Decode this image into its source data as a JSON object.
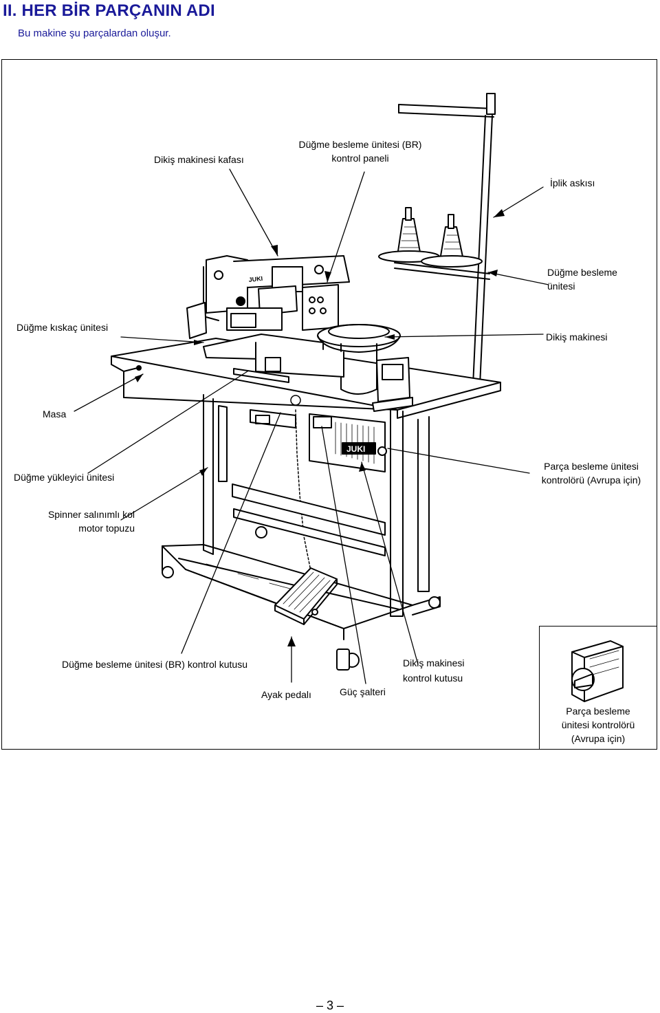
{
  "header": {
    "title": "II. HER BİR PARÇANIN ADI",
    "subtitle": "Bu makine şu parçalardan oluşur."
  },
  "labels": {
    "head": "Dikiş makinesi kafası",
    "panel_l1": "Düğme besleme ünitesi (BR)",
    "panel_l2": "kontrol paneli",
    "thread_stand": "İplik askısı",
    "feeder_l1": "Düğme besleme",
    "feeder_l2": "ünitesi",
    "clamp": "Düğme kıskaç ünitesi",
    "sewing_machine": "Dikiş makinesi",
    "table": "Masa",
    "loader": "Düğme yükleyici ünitesi",
    "parts_ctrl_l1": "Parça besleme ünitesi",
    "parts_ctrl_l2": "kontrolörü (Avrupa için)",
    "spinner_l1": "Spinner salınımlı kol",
    "spinner_l2": "motor topuzu",
    "br_box": "Düğme besleme ünitesi (BR) kontrol kutusu",
    "pedal": "Ayak pedalı",
    "power_switch": "Güç şalteri",
    "machine_box_l1": "Dikiş makinesi",
    "machine_box_l2": "kontrol kutusu",
    "inset_l1": "Parça besleme",
    "inset_l2": "ünitesi kontrolörü",
    "inset_l3": "(Avrupa için)"
  },
  "logo_text": "JUKI",
  "page": {
    "number": "3"
  }
}
